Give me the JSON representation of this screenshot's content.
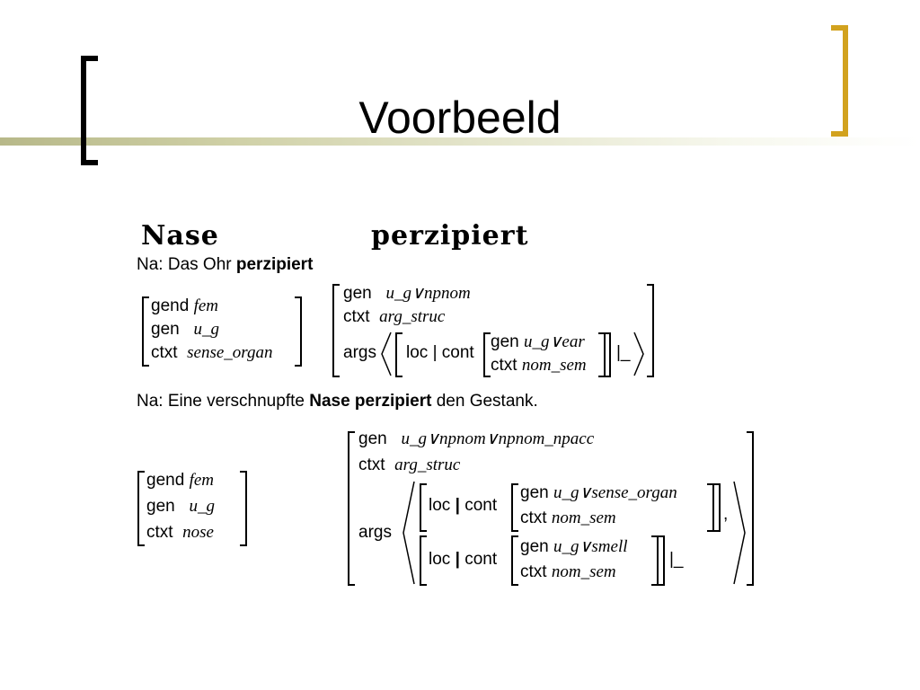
{
  "slide": {
    "title": "Voorbeeld"
  },
  "headings": {
    "nase": "Nase",
    "perzipiert": "perzipiert"
  },
  "sentence1": {
    "prefix": "Na: Das Ohr ",
    "verb": "perzipiert"
  },
  "sentence2": {
    "prefix": "Na: Eine verschnupfte ",
    "bold": "Nase perzipiert",
    "suffix": " den Gestank."
  },
  "fs_ohr": {
    "gend_label": "gend",
    "gend_value": "fem",
    "gen_label": "gen",
    "gen_value": "u_g",
    "ctxt_label": "ctxt",
    "ctxt_value": "sense_organ"
  },
  "fs_perz1": {
    "gen_label": "gen",
    "gen_value": "u_g∨npnom",
    "ctxt_label": "ctxt",
    "ctxt_value": "arg_struc",
    "args_label": "args",
    "loc_label": "loc",
    "cont_label": "cont",
    "inner_gen_label": "gen",
    "inner_gen_value": "u_g∨ear",
    "inner_ctxt_label": "ctxt",
    "inner_ctxt_value": "nom_sem",
    "tail": "|_"
  },
  "fs_nase": {
    "gend_label": "gend",
    "gend_value": "fem",
    "gen_label": "gen",
    "gen_value": "u_g",
    "ctxt_label": "ctxt",
    "ctxt_value": "nose"
  },
  "fs_perz2": {
    "gen_label": "gen",
    "gen_value": "u_g∨npnom∨npnom_npacc",
    "ctxt_label": "ctxt",
    "ctxt_value": "arg_struc",
    "args_label": "args",
    "a1_loc": "loc",
    "a1_cont": "cont",
    "a1_gen_label": "gen",
    "a1_gen_value": "u_g∨sense_organ",
    "a1_ctxt_label": "ctxt",
    "a1_ctxt_value": "nom_sem",
    "comma": ",",
    "a2_loc": "loc",
    "a2_cont": "cont",
    "a2_gen_label": "gen",
    "a2_gen_value": "u_g∨smell",
    "a2_ctxt_label": "ctxt",
    "a2_ctxt_value": "nom_sem",
    "tail": "|_"
  }
}
